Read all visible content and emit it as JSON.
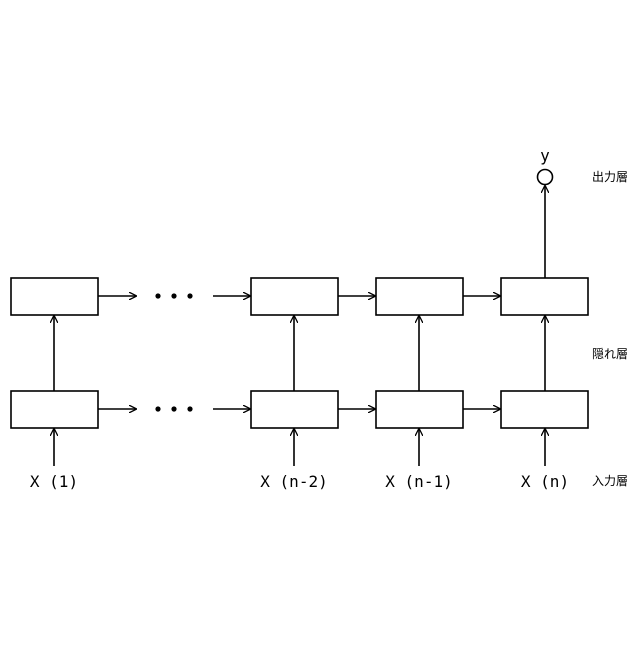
{
  "diagram": {
    "output_label": "y",
    "layers": {
      "output": "出力層",
      "hidden": "隠れ層",
      "input": "入力層"
    },
    "inputs": [
      "X (1)",
      "X (n-2)",
      "X (n-1)",
      "X (n)"
    ],
    "ellipsis": "• • •"
  }
}
